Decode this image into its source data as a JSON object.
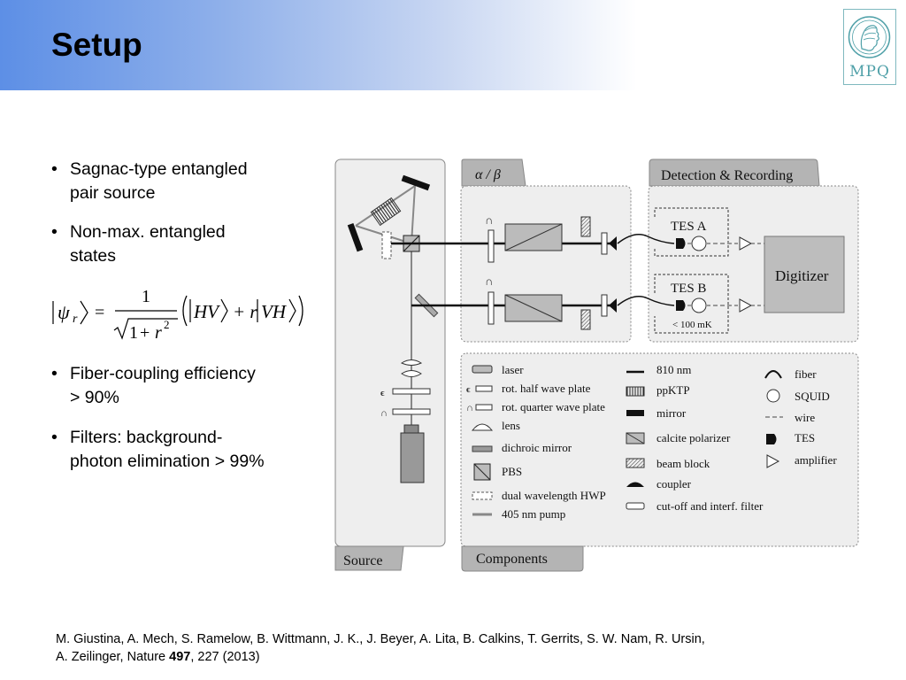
{
  "slide": {
    "title": "Setup"
  },
  "logo": {
    "text": "MPQ"
  },
  "bullets": [
    {
      "line1": "Sagnac-type entangled",
      "line2": "pair source"
    },
    {
      "line1": "Non-max. entangled",
      "line2": "states"
    },
    {
      "line1": "Fiber-coupling efficiency",
      "line2": "> 90%"
    },
    {
      "line1": "Filters: background-",
      "line2": "photon elimination > 99%"
    }
  ],
  "equation": {
    "psi": "ψ",
    "sub": "r",
    "equals": "=",
    "num": "1",
    "den_one": "1",
    "plus": "+",
    "den_r": "r",
    "den_exp": "2",
    "ket1": "HV",
    "coef": "+ r",
    "ket2": "VH"
  },
  "diagram": {
    "tab_source": "Source",
    "tab_alpha_beta": "α / β",
    "tab_detection": "Detection & Recording",
    "tab_components": "Components",
    "tes_a": "TES A",
    "tes_b": "TES B",
    "temp": "< 100 mK",
    "digitizer": "Digitizer",
    "legend": [
      "laser",
      "rot. half wave plate",
      "rot. quarter wave plate",
      "lens",
      "dichroic mirror",
      "PBS",
      "dual wavelength HWP",
      "405 nm pump",
      "810 nm",
      "ppKTP",
      "mirror",
      "calcite polarizer",
      "beam block",
      "coupler",
      "cut-off and interf. filter",
      "fiber",
      "SQUID",
      "wire",
      "TES",
      "amplifier"
    ]
  },
  "citation": {
    "line1": "M. Giustina, A. Mech, S. Ramelow, B. Wittmann, J. K., J. Beyer, A. Lita, B. Calkins, T. Gerrits, S. W. Nam, R. Ursin,",
    "line2_pre": "A. Zeilinger, Nature ",
    "line2_vol": "497",
    "line2_post": ", 227 (2013)"
  }
}
